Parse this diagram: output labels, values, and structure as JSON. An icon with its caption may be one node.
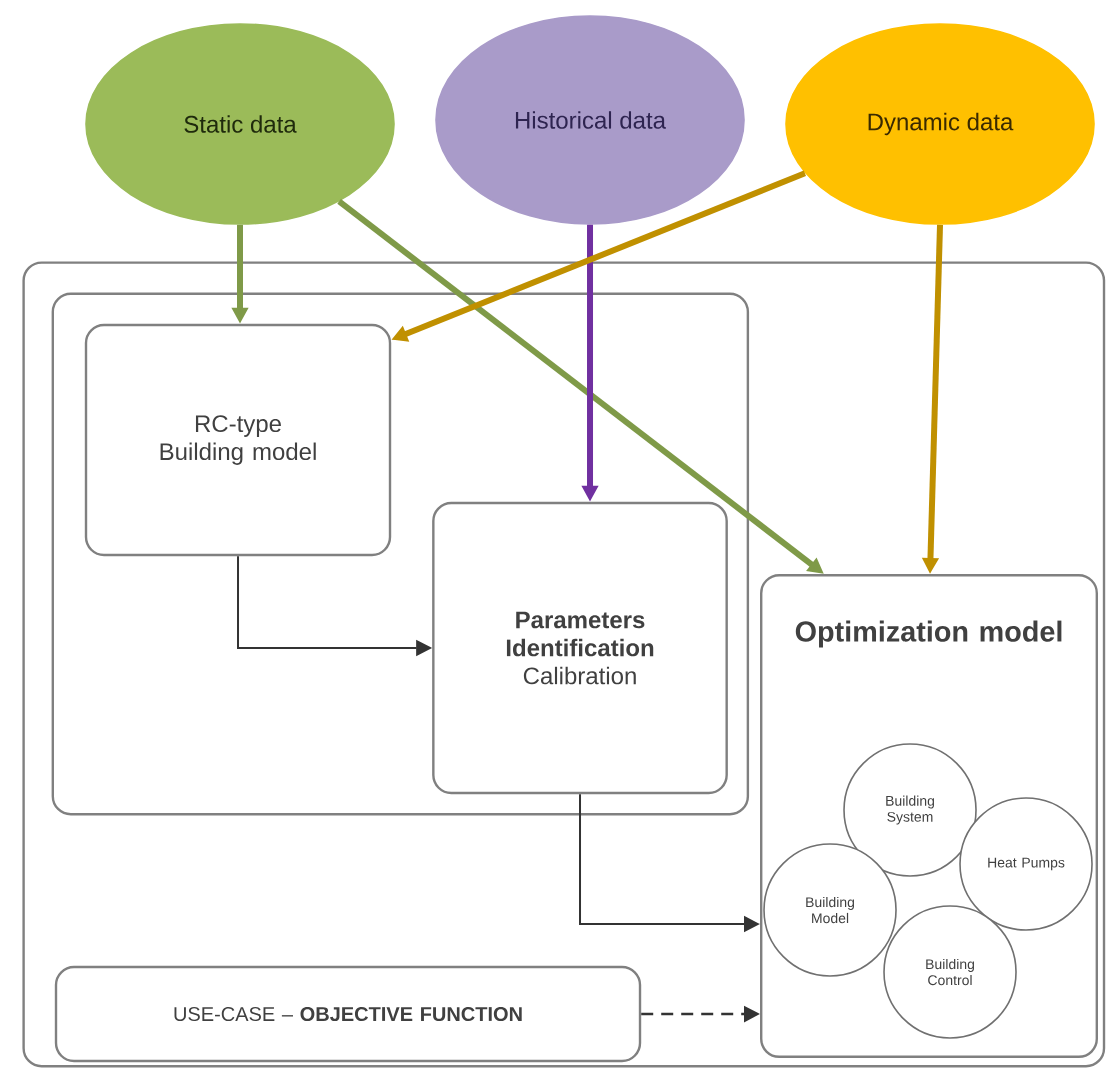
{
  "diagram": {
    "nodes": [
      {
        "text": [
          "Static data"
        ]
      },
      {
        "text": [
          "Historical data"
        ]
      },
      {
        "text": [
          "Dynamic data"
        ]
      },
      {
        "text": [],
        "shape": "box"
      },
      {
        "text": [],
        "shape": "box",
        "in": 3
      },
      {
        "text": [
          "RC-type Building model"
        ],
        "in": 4
      },
      {
        "text": [
          "Parameters Identification",
          "Calibration"
        ],
        "in": 4
      },
      {
        "text": [
          "Optimization model"
        ],
        "in": 3
      },
      {
        "text": [
          "Building System"
        ],
        "in": 7
      },
      {
        "text": [
          "Heat Pumps"
        ],
        "in": 7
      },
      {
        "text": [
          "Building Model"
        ],
        "in": 7
      },
      {
        "text": [
          "Building Control"
        ],
        "in": 7
      },
      {
        "text": [
          "USE-CASE – **OBJECTIVE FUNCTION**"
        ],
        "in": 3
      }
    ],
    "edges": [
      {
        "from": 0,
        "to": 5,
        "arrow": "to",
        "color": "#7f9a48"
      },
      {
        "from": 0,
        "to": 7,
        "arrow": "to",
        "color": "#7f9a48"
      },
      {
        "from": 1,
        "to": 6,
        "arrow": "to",
        "color": "#7030a0"
      },
      {
        "from": 2,
        "to": 5,
        "arrow": "to",
        "color": "#c09000"
      },
      {
        "from": 2,
        "to": 7,
        "arrow": "to",
        "color": "#c09000"
      },
      {
        "from": 5,
        "to": 6,
        "arrow": "to",
        "color": "#333333"
      },
      {
        "from": 6,
        "to": 7,
        "arrow": "to",
        "color": "#333333"
      },
      {
        "from": 12,
        "to": 7,
        "arrow": "to",
        "style": "dashed",
        "color": "#333333"
      }
    ]
  }
}
